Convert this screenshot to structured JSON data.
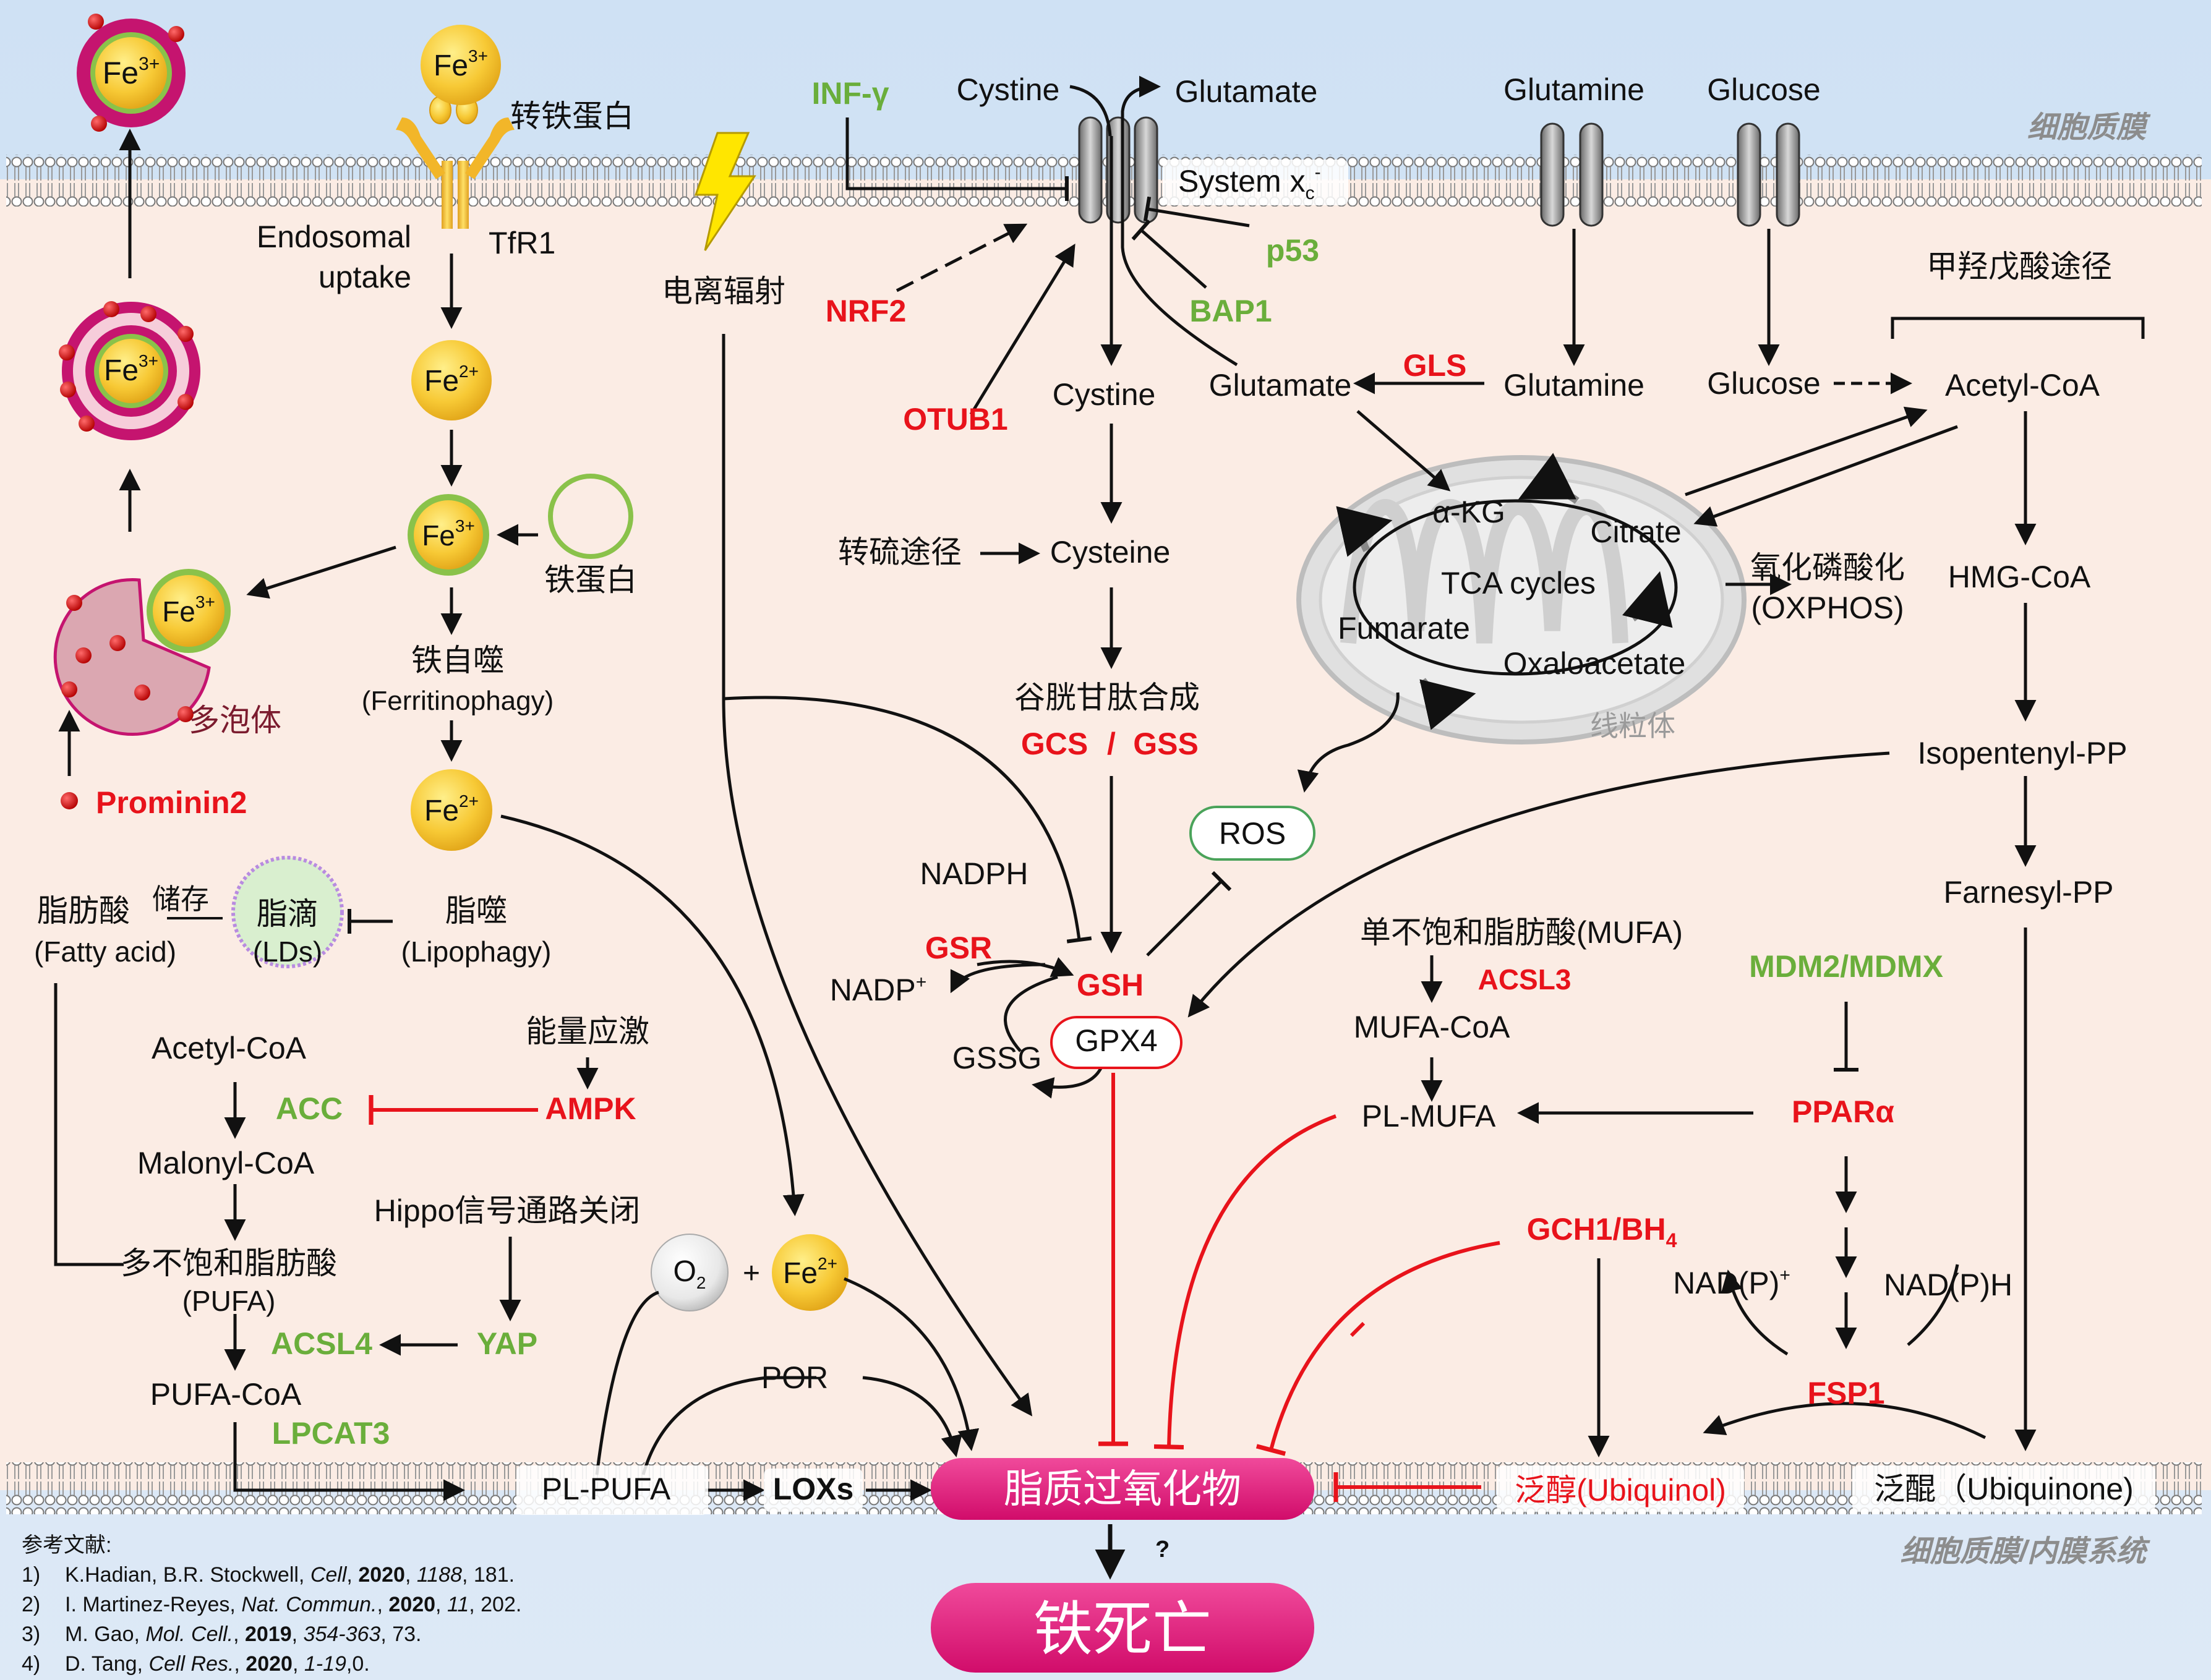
{
  "membrane": {
    "top": "细胞质膜",
    "bottom": "细胞质膜/内膜系统"
  },
  "colors": {
    "red": "#e8131b",
    "green": "#6aae3b",
    "pink": "#e2167a",
    "iron": "#f5c12c",
    "bg": "#fbece4"
  },
  "iron": {
    "fe3": "Fe",
    "fe3_sup": "3+",
    "fe2": "Fe",
    "fe2_sup": "2+",
    "transferrin": "转铁蛋白",
    "tfr1": "TfR1",
    "endosomal1": "Endosomal",
    "endosomal2": "uptake",
    "ferritin": "铁蛋白",
    "ferritinophagy": "铁自噬",
    "ferritinophagy_en": "(Ferritinophagy)",
    "mvb": "多泡体",
    "prominin2": "Prominin2"
  },
  "radiation": "电离辐射",
  "xc": {
    "inf": "INF-γ",
    "cystine_out": "Cystine",
    "glutamate_out": "Glutamate",
    "system": "System x",
    "system_sub": "c",
    "system_sup": "-",
    "p53": "p53",
    "bap1": "BAP1",
    "nrf2": "NRF2",
    "otub1": "OTUB1",
    "cystine_in": "Cystine",
    "glutamate_in": "Glutamate",
    "gls": "GLS",
    "glutamine_out": "Glutamine",
    "glucose_out": "Glucose",
    "glutamine_in": "Glutamine",
    "glucose_in": "Glucose"
  },
  "gsh": {
    "transsulfuration": "转硫途径",
    "cysteine": "Cysteine",
    "synthesis": "谷胱甘肽合成",
    "gcs": "GCS",
    "slash": "/",
    "gss": "GSS",
    "nadph": "NADPH",
    "gsr": "GSR",
    "nadp": "NADP",
    "nadp_sup": "+",
    "gsh": "GSH",
    "gssg": "GSSG",
    "gpx4": "GPX4",
    "ros": "ROS"
  },
  "mito": {
    "akg": "α-KG",
    "citrate": "Citrate",
    "tca": "TCA cycles",
    "fumarate": "Fumarate",
    "oaa": "Oxaloacetate",
    "label": "线粒体",
    "oxphos1": "氧化磷酸化",
    "oxphos2": "(OXPHOS)"
  },
  "mva": {
    "title": "甲羟戊酸途径",
    "acetyl": "Acetyl-CoA",
    "hmg": "HMG-CoA",
    "ipp": "Isopentenyl-PP",
    "fpp": "Farnesyl-PP"
  },
  "lipid": {
    "fa": "脂肪酸",
    "fa_en": "(Fatty acid)",
    "store": "储存",
    "ld": "脂滴",
    "ld_en": "(LDs)",
    "lipophagy": "脂噬",
    "lipophagy_en": "(Lipophagy)",
    "acetyl": "Acetyl-CoA",
    "acc": "ACC",
    "energy": "能量应激",
    "ampk": "AMPK",
    "malonyl": "Malonyl-CoA",
    "hippo": "Hippo信号通路关闭",
    "pufa": "多不饱和脂肪酸",
    "pufa_en": "(PUFA)",
    "acsl4": "ACSL4",
    "yap": "YAP",
    "pufacoa": "PUFA-CoA",
    "lpcat3": "LPCAT3",
    "o2": "O",
    "o2_sub": "2",
    "plus": "+",
    "por": "POR",
    "plpufa": "PL-PUFA",
    "loxs": "LOXs",
    "peroxide": "脂质过氧化物",
    "question": "?",
    "death": "铁死亡"
  },
  "mufa": {
    "mufa": "单不饱和脂肪酸(MUFA)",
    "acsl3": "ACSL3",
    "mufacoa": "MUFA-CoA",
    "plmufa": "PL-MUFA",
    "mdm2": "MDM2/MDMX",
    "ppara": "PPARα",
    "gch1": "GCH1/BH",
    "gch1_sub": "4",
    "nadp": "NAD(P)",
    "nadp_sup": "+",
    "nadph": "NAD(P)H",
    "fsp1": "FSP1",
    "ubiquinol": "泛醇(Ubiquinol)",
    "ubiquinone": "泛醌（Ubiquinone)"
  },
  "refs": {
    "title": "参考文献:",
    "items": [
      {
        "n": "1)",
        "authors": "K.Hadian, B.R. Stockwell, ",
        "journal": "Cell",
        "year": "2020",
        "vol": "1188",
        "page": ", 181."
      },
      {
        "n": "2)",
        "authors": "I. Martinez-Reyes, ",
        "journal": "Nat. Commun.",
        "year": "2020",
        "vol": "11",
        "page": ", 202."
      },
      {
        "n": "3)",
        "authors": "M. Gao, ",
        "journal": "Mol. Cell.",
        "year": "2019",
        "vol": "354-363",
        "page": ", 73."
      },
      {
        "n": "4)",
        "authors": "D. Tang, ",
        "journal": "Cell Res.",
        "year": "2020",
        "vol": "1-19",
        "page": ",0."
      }
    ]
  }
}
